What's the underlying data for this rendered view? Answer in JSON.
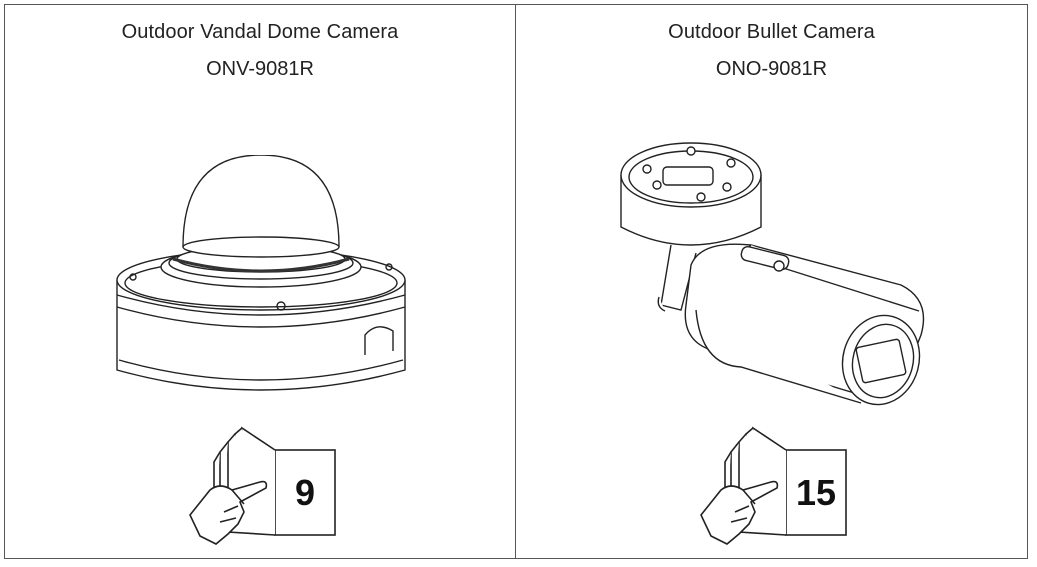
{
  "cameras": [
    {
      "title": "Outdoor Vandal Dome Camera",
      "model": "ONV-9081R",
      "page_ref": "9",
      "icon": "dome-camera-icon"
    },
    {
      "title": "Outdoor Bullet Camera",
      "model": "ONO-9081R",
      "page_ref": "15",
      "icon": "bullet-camera-icon"
    }
  ],
  "page_ref_icon": "pointing-hand-book-icon"
}
